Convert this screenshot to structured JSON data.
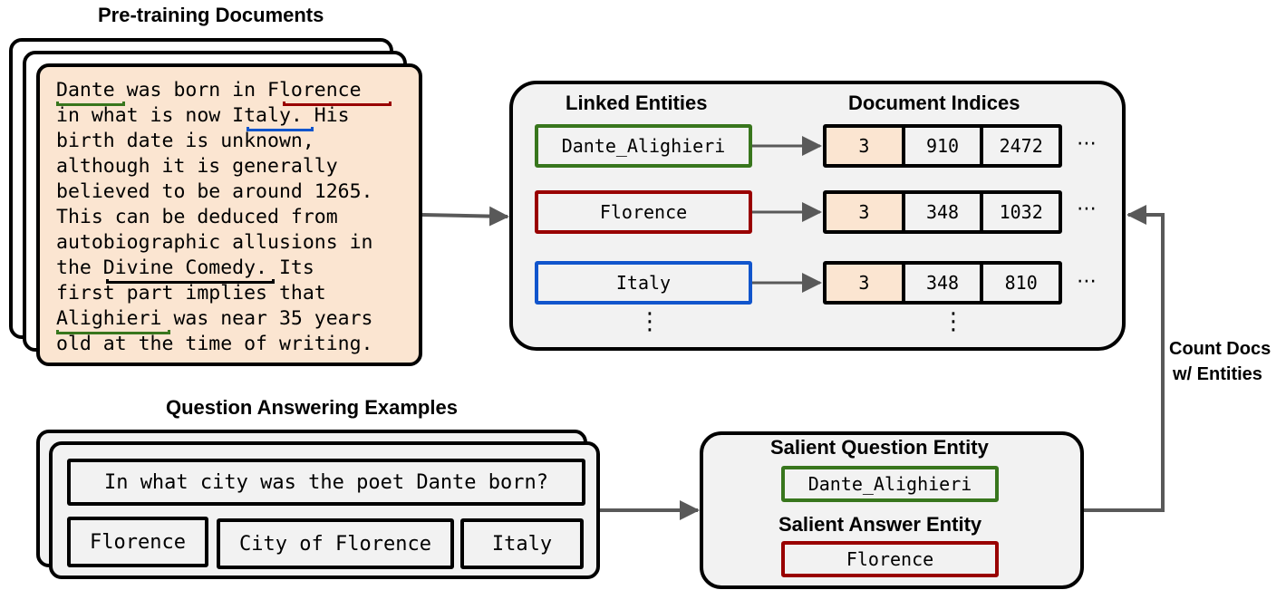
{
  "headings": {
    "pretraining": "Pre-training Documents",
    "linked_entities": "Linked Entities",
    "document_indices": "Document Indices",
    "qa_examples": "Question Answering Examples",
    "salient_question": "Salient Question Entity",
    "salient_answer": "Salient Answer Entity",
    "count_docs_line1": "Count Docs",
    "count_docs_line2": "w/ Entities"
  },
  "document": {
    "lines": [
      "Dante was born in Florence",
      "in what is now Italy. His",
      "birth date is unknown,",
      "although it is generally",
      "believed to be around 1265.",
      "This can be deduced from",
      "autobiographic allusions in",
      "the Divine Comedy. Its",
      "first part implies that",
      "Alighieri was near 35 years",
      "old at the time of writing."
    ]
  },
  "entities": [
    {
      "name": "Dante_Alighieri",
      "color": "#38761d",
      "indices": [
        "3",
        "910",
        "2472"
      ]
    },
    {
      "name": "Florence",
      "color": "#990000",
      "indices": [
        "3",
        "348",
        "1032"
      ]
    },
    {
      "name": "Italy",
      "color": "#1155cc",
      "indices": [
        "3",
        "348",
        "810"
      ]
    }
  ],
  "more_symbol": "⋯",
  "vertical_more_symbol": "⋮",
  "qa": {
    "question": "In what city was the poet Dante born?",
    "answers": [
      "Florence",
      "City of Florence",
      "Italy"
    ]
  },
  "salient": {
    "question_entity": "Dante_Alighieri",
    "answer_entity": "Florence"
  },
  "colors": {
    "document_bg": "#fbe5d1",
    "panel_bg": "#f2f2f2",
    "green": "#38761d",
    "red": "#990000",
    "blue": "#1155cc",
    "arrow": "#595959"
  }
}
